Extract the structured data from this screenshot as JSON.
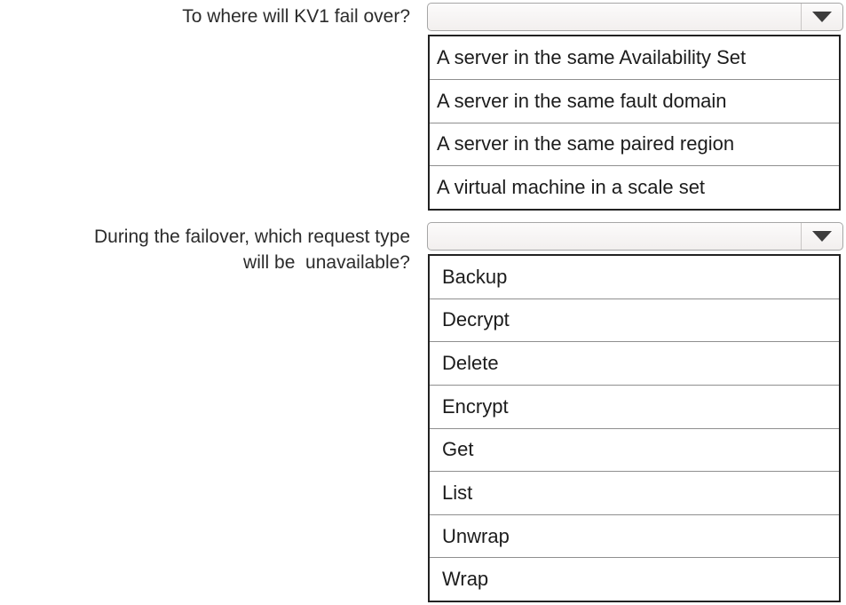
{
  "colors": {
    "background": "#ffffff",
    "text": "#2b2b2b",
    "listbox_border": "#222222",
    "row_separator": "#8f8f8f",
    "dropdown_border": "#a6a6a6",
    "dropdown_fill": "#f6f4f3",
    "arrow": "#3d3d3d"
  },
  "questions": [
    {
      "label_lines": [
        "To where will KV1 fail over?"
      ],
      "selected_value": "",
      "arrow_icon": "dropdown-arrow",
      "options": [
        "A server in the same Availability Set",
        "A server in the same fault domain",
        "A server in the same paired region",
        "A virtual machine in a scale set"
      ]
    },
    {
      "label_lines": [
        "During the failover, which request type",
        "will be  unavailable?"
      ],
      "selected_value": "",
      "arrow_icon": "dropdown-arrow",
      "options": [
        "Backup",
        "Decrypt",
        "Delete",
        "Encrypt",
        "Get",
        "List",
        "Unwrap",
        "Wrap"
      ]
    }
  ]
}
